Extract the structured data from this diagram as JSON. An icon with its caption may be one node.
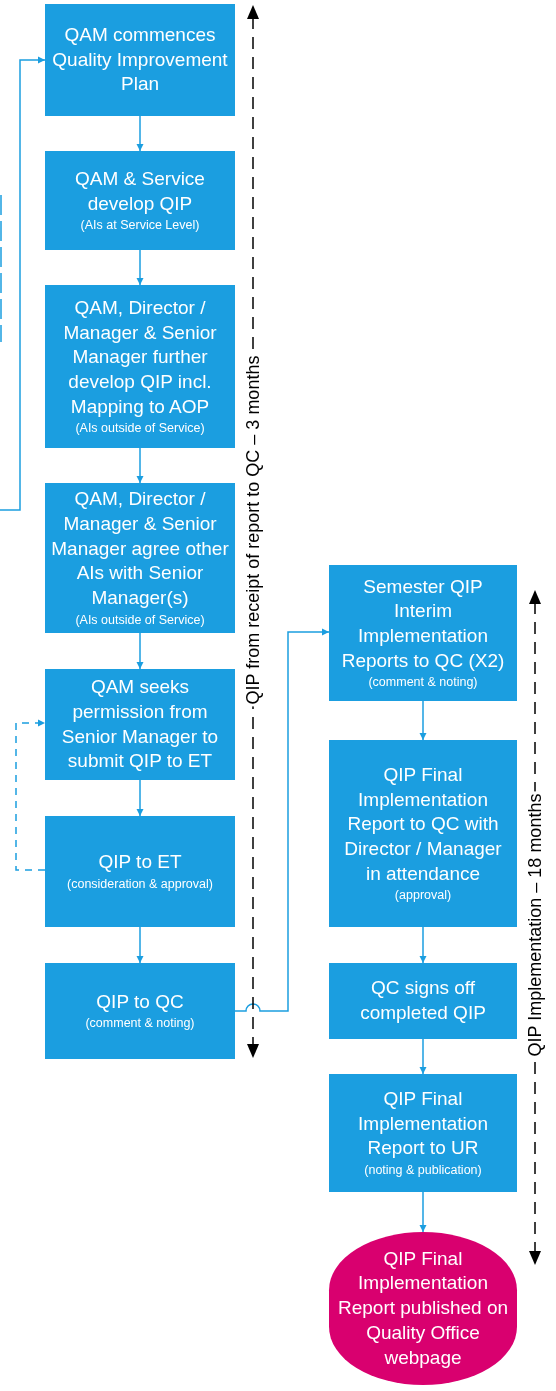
{
  "diagram": {
    "nodes": [
      {
        "text": [
          "QAM commences Quality Improvement Plan"
        ]
      },
      {
        "text": [
          "QAM & Service develop QIP",
          "(AIs at Service Level)"
        ]
      },
      {
        "text": [
          "QAM, Director / Manager & Senior Manager further develop QIP incl. Mapping to AOP",
          "(AIs outside of Service)"
        ]
      },
      {
        "text": [
          "QAM, Director / Manager & Senior Manager agree other AIs with Senior Manager(s)",
          "(AIs outside of Service)"
        ]
      },
      {
        "text": [
          "QAM seeks permission from Senior Manager to submit QIP to ET"
        ]
      },
      {
        "text": [
          "QIP to ET",
          "(consideration & approval)"
        ]
      },
      {
        "text": [
          "QIP to QC",
          "(comment & noting)"
        ]
      },
      {
        "text": [
          "Semester QIP Interim Implementation Reports to QC (X2)",
          "(comment & noting)"
        ]
      },
      {
        "text": [
          "QIP Final Implementation Report to QC with Director / Manager in attendance",
          "(approval)"
        ]
      },
      {
        "text": [
          "QC signs off completed QIP"
        ]
      },
      {
        "text": [
          "QIP Final Implementation Report to UR",
          "(noting & publication)"
        ]
      },
      {
        "text": [
          "QIP Final Implementation Report published on Quality Office webpage"
        ]
      }
    ],
    "edges": [
      {
        "from": null,
        "to": 0,
        "arrow": "to"
      },
      {
        "from": 0,
        "to": 1,
        "arrow": "to"
      },
      {
        "from": 1,
        "to": 2,
        "arrow": "to"
      },
      {
        "from": 2,
        "to": 3,
        "arrow": "to"
      },
      {
        "from": 3,
        "to": 4,
        "arrow": "to"
      },
      {
        "from": 4,
        "to": 5,
        "arrow": "to"
      },
      {
        "from": 5,
        "to": 4,
        "arrow": "to",
        "style": "dashed"
      },
      {
        "from": 5,
        "to": 6,
        "arrow": "to"
      },
      {
        "from": 6,
        "to": 7,
        "arrow": "to"
      },
      {
        "from": 7,
        "to": 8,
        "arrow": "to"
      },
      {
        "from": 8,
        "to": 9,
        "arrow": "to"
      },
      {
        "from": 9,
        "to": 10,
        "arrow": "to"
      },
      {
        "from": 10,
        "to": 11,
        "arrow": "to"
      }
    ],
    "labels": [
      "QIP from receipt of report to QC – 3 months",
      "QIP Implementation – 18 months"
    ]
  }
}
